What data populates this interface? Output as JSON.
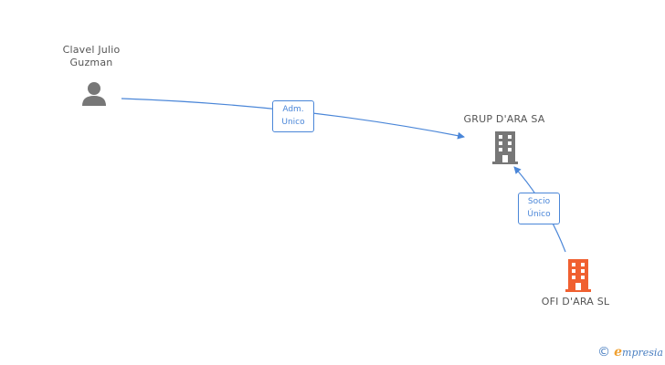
{
  "nodes": {
    "person": {
      "label_line1": "Clavel Julio",
      "label_line2": "Guzman"
    },
    "grup": {
      "label": "GRUP D'ARA SA"
    },
    "ofi": {
      "label": "OFI D'ARA SL"
    }
  },
  "edges": {
    "adm": {
      "line1": "Adm.",
      "line2": "Unico"
    },
    "socio": {
      "line1": "Socio",
      "line2": "Único"
    }
  },
  "brand": {
    "copyright": "©",
    "name_first": "e",
    "name_rest": "mpresia"
  },
  "colors": {
    "edge": "#4a86d8",
    "building_main": "#777777",
    "building_highlight": "#f06030",
    "person": "#777777"
  }
}
